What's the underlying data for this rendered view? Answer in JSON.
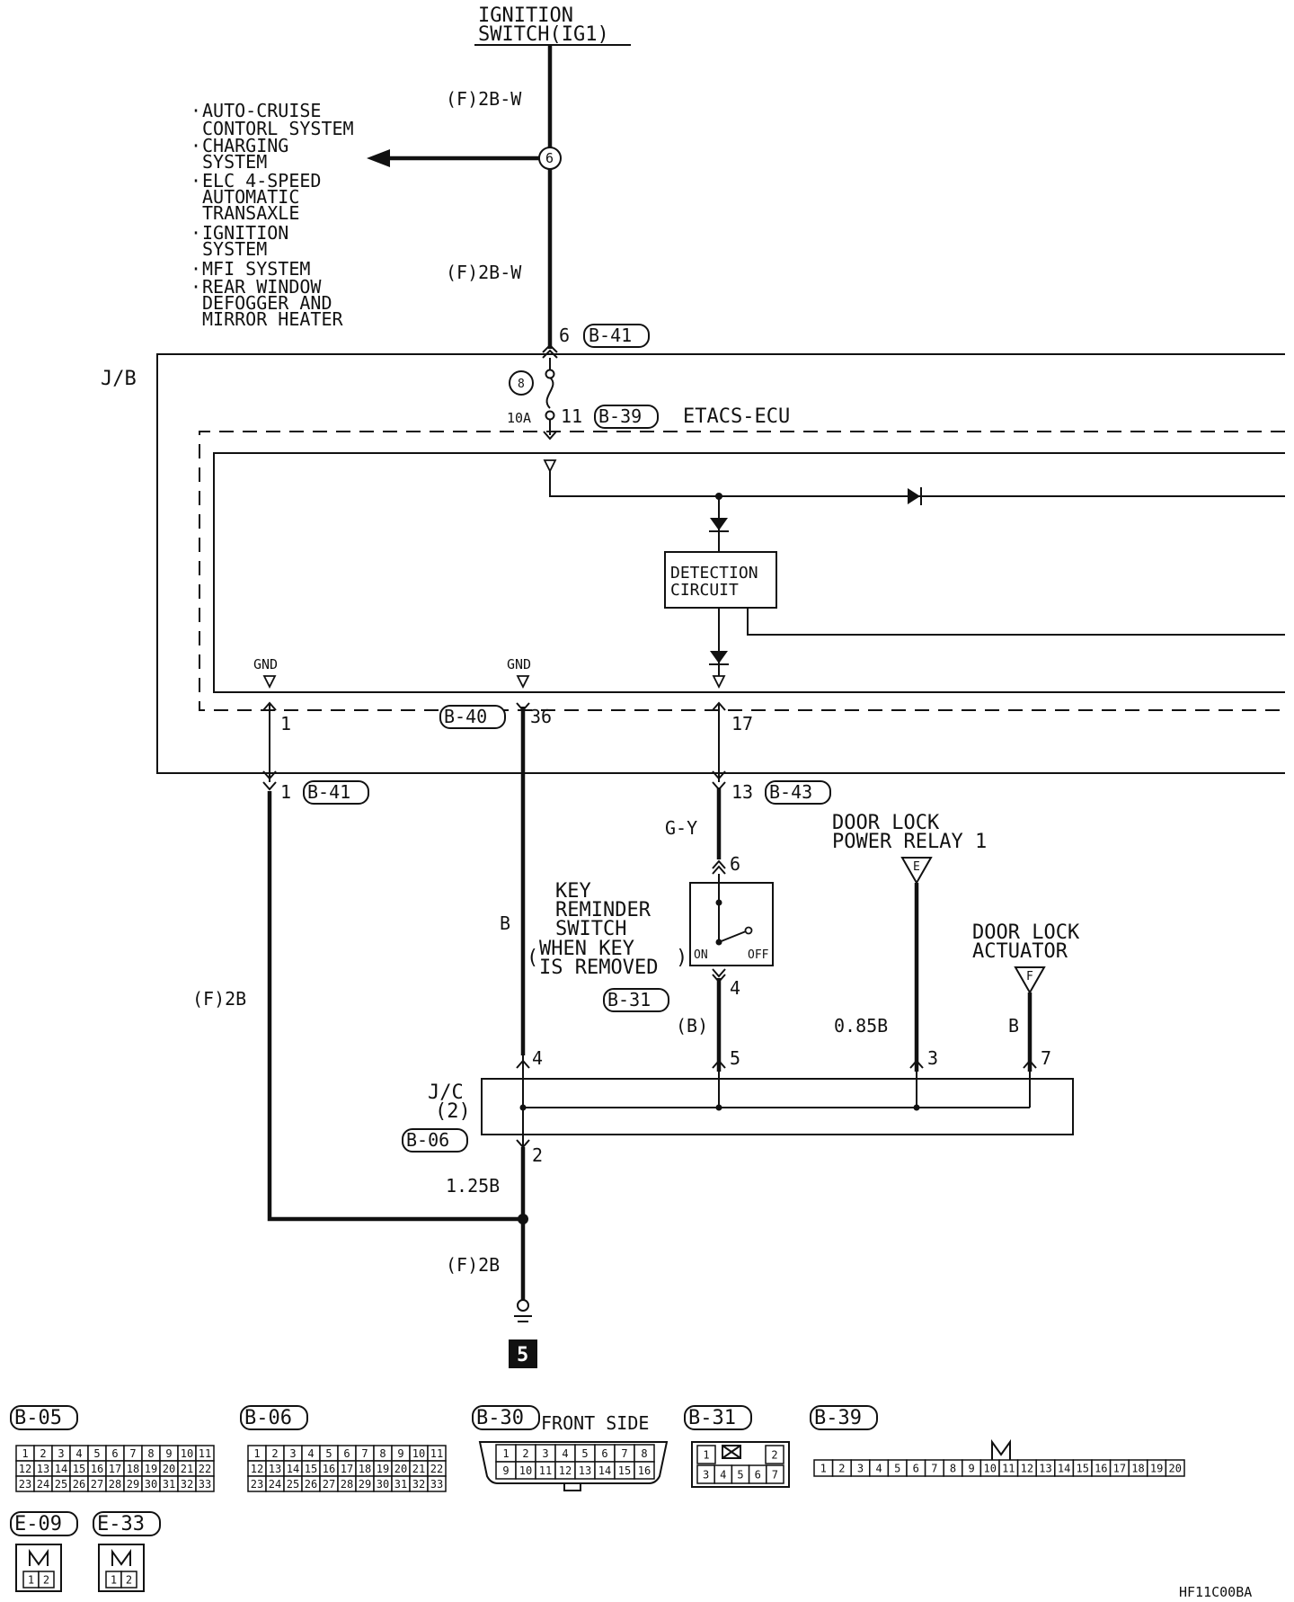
{
  "ignition_switch": {
    "line1": "IGNITION",
    "line2": "SWITCH(IG1)"
  },
  "systems": [
    {
      "l1": "AUTO-CRUISE",
      "l2": "CONTORL SYSTEM"
    },
    {
      "l1": "CHARGING",
      "l2": "SYSTEM"
    },
    {
      "l1": "ELC 4-SPEED",
      "l2": "AUTOMATIC",
      "l3": "TRANSAXLE"
    },
    {
      "l1": "IGNITION",
      "l2": "SYSTEM"
    },
    {
      "l1": "MFI SYSTEM"
    },
    {
      "l1": "REAR WINDOW",
      "l2": "DEFOGGER AND",
      "l3": "MIRROR HEATER"
    }
  ],
  "wire_top_1": "(F)2B-W",
  "wire_top_2": "(F)2B-W",
  "junction_6": "6",
  "pin_6": "6",
  "conn_b41_top": "B-41",
  "jb_label": "J/B",
  "fuse_number": "8",
  "fuse_rating": "10A",
  "pin_11": "11",
  "conn_b39": "B-39",
  "ecu_label": "ETACS-ECU",
  "detection": {
    "l1": "DETECTION",
    "l2": "CIRCUIT"
  },
  "gnd_1": "GND",
  "gnd_2": "GND",
  "pin_1a": "1",
  "pin_1b": "1",
  "conn_b41_bottom": "B-41",
  "conn_b40": "B-40",
  "pin_36": "36",
  "pin_17": "17",
  "pin_13": "13",
  "conn_b43": "B-43",
  "wire_gy": "G-Y",
  "pin_6b": "6",
  "key_switch": {
    "l1": "KEY",
    "l2": "REMINDER",
    "l3": "SWITCH",
    "l4": "WHEN KEY",
    "l5": "IS REMOVED"
  },
  "switch_on": "ON",
  "switch_off": "OFF",
  "pin_4b": "4",
  "conn_b31": "B-31",
  "wire_b_paren": "(B)",
  "wire_b": "B",
  "wire_f2b": "(F)2B",
  "relay": {
    "l1": "DOOR LOCK",
    "l2": "POWER RELAY 1"
  },
  "relay_letter": "E",
  "actuator": {
    "l1": "DOOR LOCK",
    "l2": "ACTUATOR"
  },
  "actuator_letter": "F",
  "wire_085b": "0.85B",
  "wire_b2": "B",
  "pin_4": "4",
  "pin_5": "5",
  "pin_3": "3",
  "pin_7": "7",
  "jc": {
    "l1": "J/C",
    "l2": "(2)"
  },
  "conn_b06": "B-06",
  "pin_2": "2",
  "wire_125b": "1.25B",
  "wire_f2b_bottom": "(F)2B",
  "ground_number": "5",
  "connectors": {
    "b05": {
      "label": "B-05",
      "rows": [
        [
          "1",
          "2",
          "3",
          "4",
          "5",
          "6",
          "7",
          "8",
          "9",
          "10",
          "11"
        ],
        [
          "12",
          "13",
          "14",
          "15",
          "16",
          "17",
          "18",
          "19",
          "20",
          "21",
          "22"
        ],
        [
          "23",
          "24",
          "25",
          "26",
          "27",
          "28",
          "29",
          "30",
          "31",
          "32",
          "33"
        ]
      ]
    },
    "b06": {
      "label": "B-06",
      "rows": [
        [
          "1",
          "2",
          "3",
          "4",
          "5",
          "6",
          "7",
          "8",
          "9",
          "10",
          "11"
        ],
        [
          "12",
          "13",
          "14",
          "15",
          "16",
          "17",
          "18",
          "19",
          "20",
          "21",
          "22"
        ],
        [
          "23",
          "24",
          "25",
          "26",
          "27",
          "28",
          "29",
          "30",
          "31",
          "32",
          "33"
        ]
      ]
    },
    "b30": {
      "label": "B-30",
      "side": "FRONT SIDE",
      "rows": [
        [
          "1",
          "2",
          "3",
          "4",
          "5",
          "6",
          "7",
          "8"
        ],
        [
          "9",
          "10",
          "11",
          "12",
          "13",
          "14",
          "15",
          "16"
        ]
      ]
    },
    "b31": {
      "label": "B-31",
      "rows": [
        [
          "1",
          "2"
        ],
        [
          "3",
          "4",
          "5",
          "6",
          "7"
        ]
      ]
    },
    "b39": {
      "label": "B-39",
      "row": [
        "1",
        "2",
        "3",
        "4",
        "5",
        "6",
        "7",
        "8",
        "9",
        "10",
        "11",
        "12",
        "13",
        "14",
        "15",
        "16",
        "17",
        "18",
        "19",
        "20"
      ]
    },
    "e09": {
      "label": "E-09",
      "row": [
        "1",
        "2"
      ]
    },
    "e33": {
      "label": "E-33",
      "row": [
        "1",
        "2"
      ]
    }
  },
  "figure_code": "HF11C00BA"
}
